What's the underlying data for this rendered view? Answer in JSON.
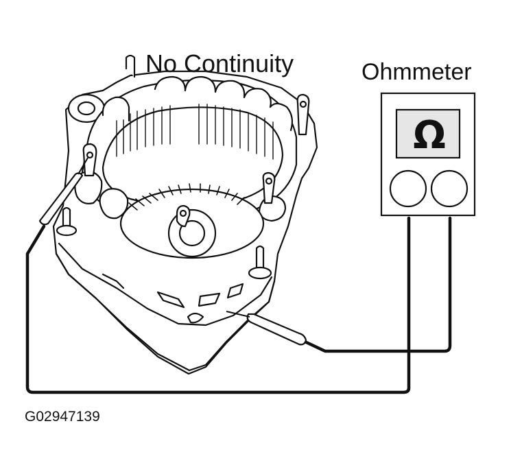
{
  "title": "No Continuity",
  "meter": {
    "label": "Ohmmeter",
    "symbol": "Ω",
    "symbol_icon": "ohm-symbol-icon"
  },
  "figure_code": "G02947139",
  "colors": {
    "ink": "#111111",
    "background": "#ffffff"
  }
}
